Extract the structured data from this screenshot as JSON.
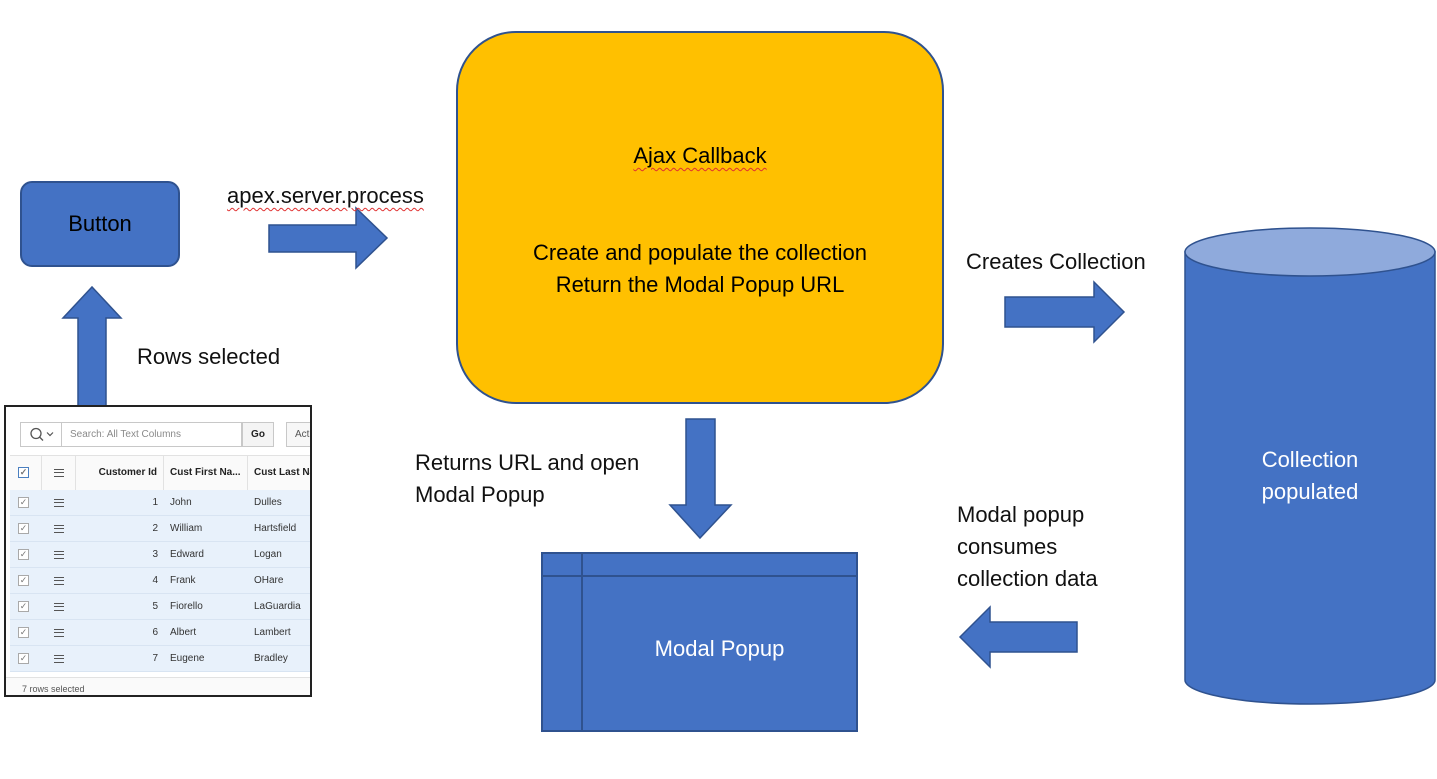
{
  "colors": {
    "shape_fill": "#4472c4",
    "shape_border": "#2f528f",
    "callback_fill": "#ffc000",
    "cylinder_top": "#8faadc"
  },
  "nodes": {
    "button": "Button",
    "ajax_callback_title": "Ajax Callback",
    "ajax_callback_line1": "Create and populate the collection",
    "ajax_callback_line2": "Return the Modal Popup URL",
    "modal_popup": "Modal Popup",
    "collection_line1": "Collection",
    "collection_line2": "populated"
  },
  "edges": {
    "apex_server_process": "apex.server.process",
    "rows_selected": "Rows selected",
    "creates_collection": "Creates Collection",
    "returns_url_line1": "Returns URL and open",
    "returns_url_line2": "Modal Popup",
    "consumes_line1": "Modal popup",
    "consumes_line2": "consumes",
    "consumes_line3": "collection data"
  },
  "grid": {
    "search_placeholder": "Search: All Text Columns",
    "go_label": "Go",
    "actions_label": "Acti",
    "columns": [
      "Customer Id",
      "Cust First Na...",
      "Cust Last Na..."
    ],
    "rows": [
      {
        "id": "1",
        "first": "John",
        "last": "Dulles"
      },
      {
        "id": "2",
        "first": "William",
        "last": "Hartsfield"
      },
      {
        "id": "3",
        "first": "Edward",
        "last": "Logan"
      },
      {
        "id": "4",
        "first": "Frank",
        "last": "OHare"
      },
      {
        "id": "5",
        "first": "Fiorello",
        "last": "LaGuardia"
      },
      {
        "id": "6",
        "first": "Albert",
        "last": "Lambert"
      },
      {
        "id": "7",
        "first": "Eugene",
        "last": "Bradley"
      }
    ],
    "footer": "7 rows selected"
  }
}
